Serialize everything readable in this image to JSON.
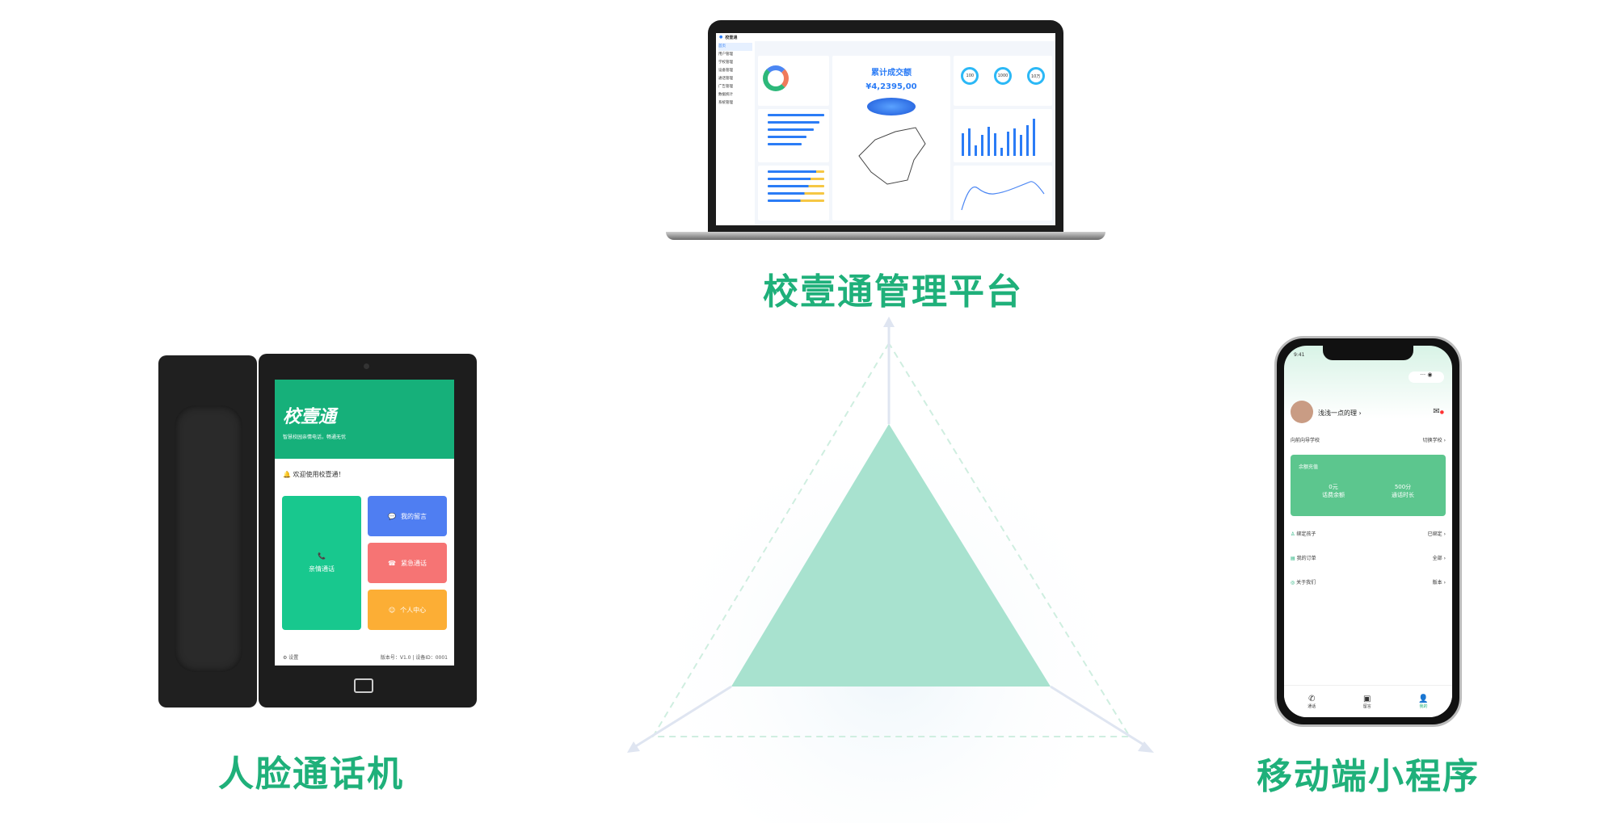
{
  "labels": {
    "platform": "校壹通管理平台",
    "terminal": "人脸通话机",
    "mobile": "移动端小程序"
  },
  "colors": {
    "accent": "#1fb07a",
    "blue": "#2b7cf6",
    "triangle": "#a8e2cf"
  },
  "laptop": {
    "app_name": "校壹通",
    "menu": [
      "首页",
      "用户管理",
      "学校管理",
      "设备管理",
      "通话管理",
      "广告管理",
      "数据统计",
      "系统管理"
    ],
    "total_label": "累计成交额",
    "total_value": "¥4,2395,00",
    "gauges": [
      "100",
      "1000",
      "10万"
    ]
  },
  "tablet": {
    "brand": "校壹通",
    "slogan": "智慧校园亲情电话，畅通无忧",
    "welcome": "欢迎使用校壹通！",
    "tiles": [
      "亲情通话",
      "我的留言",
      "紧急通话",
      "个人中心"
    ],
    "settings": "设置",
    "version": "版本号：V1.0 | 设备ID：0001"
  },
  "phone": {
    "time": "9:41",
    "username": "浅浅一点的理",
    "school_row": {
      "left": "向前向导学校",
      "right": "切换学校"
    },
    "card": {
      "title": "余额充值",
      "left_value": "0元",
      "left_label": "话费余额",
      "right_value": "500分",
      "right_label": "通话时长"
    },
    "rows": [
      {
        "left": "绑定孩子",
        "right": "已绑定"
      },
      {
        "left": "我的订单",
        "right": "全部"
      },
      {
        "left": "关于我们",
        "right": "版本"
      }
    ],
    "tabs": [
      "通话",
      "留言",
      "我的"
    ]
  }
}
